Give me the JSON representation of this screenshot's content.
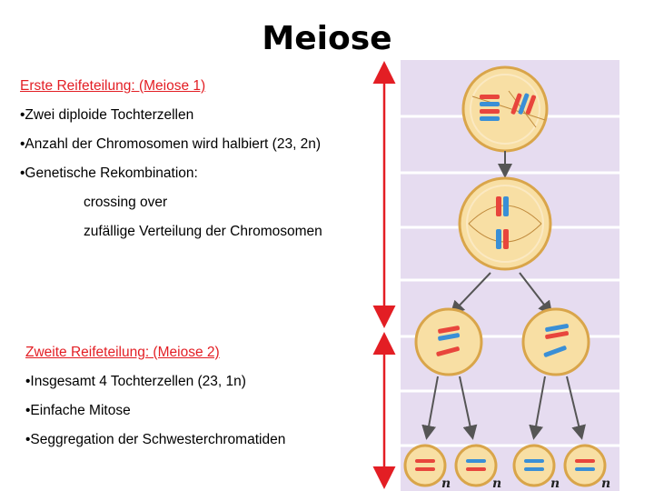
{
  "title": "Meiose",
  "meiosis1": {
    "heading": "Erste Reifeteilung: (Meiose 1)",
    "bullets": [
      "•Zwei diploide Tochterzellen",
      "•Anzahl der Chromosomen wird halbiert (23, 2n)",
      "•Genetische Rekombination:"
    ],
    "sub": [
      "crossing over",
      "zufällige Verteilung der Chromosomen"
    ]
  },
  "meiosis2": {
    "heading": "Zweite Reifeteilung: (Meiose 2)",
    "bullets": [
      "•Insgesamt 4 Tochterzellen (23, 1n)",
      "•Einfache Mitose",
      "•Seggregation der Schwesterchromatiden"
    ]
  },
  "diagram": {
    "ploidy_label": "n",
    "colors": {
      "panel": "#e6dcf0",
      "cell_fill": "#f8dfa4",
      "cell_stroke": "#d9a54a",
      "red": "#e8453c",
      "blue": "#3a8fd6",
      "arrow_red": "#e31e24",
      "arrow_gray": "#555555"
    }
  }
}
